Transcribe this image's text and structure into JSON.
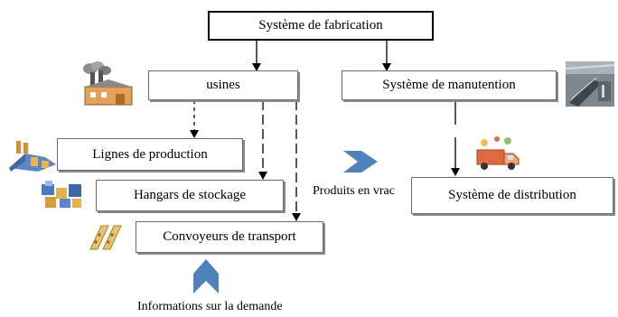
{
  "diagram": {
    "nodes": {
      "fabrication": "Système de fabrication",
      "usines": "usines",
      "manutention": "Système de manutention",
      "lignes": "Lignes de production",
      "hangars": "Hangars de stockage",
      "convoyeurs": "Convoyeurs de transport",
      "distribution": "Système de distribution"
    },
    "labels": {
      "vrac": "Produits en vrac",
      "demande": "Informations sur la demande"
    },
    "icons": {
      "usines": "factory-icon",
      "manutention": "warehouse-conveyor-photo-icon",
      "lignes": "production-plant-icon",
      "hangars": "stored-goods-icon",
      "convoyeurs": "conveyor-belts-icon",
      "distribution": "delivery-truck-icon",
      "vrac_arrow": "right-chevron-arrow-icon",
      "demande_arrow": "up-chevron-arrow-icon"
    },
    "colors": {
      "chevron": "#4f81bd",
      "line": "#000000"
    }
  }
}
